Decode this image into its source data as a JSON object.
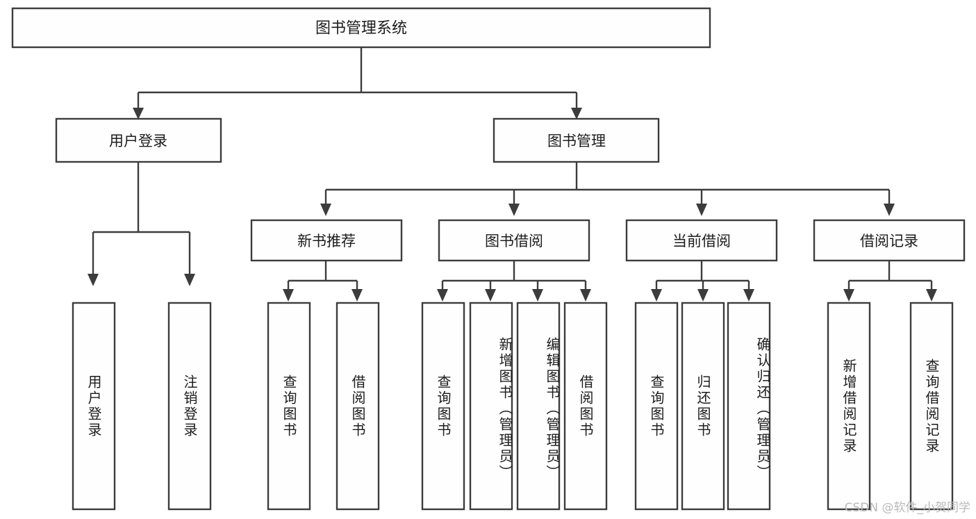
{
  "diagram": {
    "type": "tree-hierarchy",
    "title": "图书管理系统",
    "watermark": "CSDN @软件_小贺同学",
    "colors": {
      "box_stroke": "#3c3c3c",
      "box_fill": "#fefefe",
      "connector": "#3c3c3c",
      "text": "#1c1c1c",
      "watermark": "#b9b9b9",
      "background": "#ffffff"
    },
    "root": {
      "label": "图书管理系统"
    },
    "level2": [
      {
        "label": "用户登录"
      },
      {
        "label": "图书管理"
      }
    ],
    "level3": [
      {
        "label": "新书推荐"
      },
      {
        "label": "图书借阅"
      },
      {
        "label": "当前借阅"
      },
      {
        "label": "借阅记录"
      }
    ],
    "leaves": {
      "user_login": [
        {
          "label": "用户登录"
        },
        {
          "label": "注销登录"
        }
      ],
      "new_book_recommend": [
        {
          "label": "查询图书"
        },
        {
          "label": "借阅图书"
        }
      ],
      "book_borrow": [
        {
          "label": "查询图书"
        },
        {
          "label": "新增图书（管理员）"
        },
        {
          "label": "编辑图书（管理员）"
        },
        {
          "label": "借阅图书"
        }
      ],
      "current_borrow": [
        {
          "label": "查询图书"
        },
        {
          "label": "归还图书"
        },
        {
          "label": "确认归还（管理员）"
        }
      ],
      "borrow_record": [
        {
          "label": "新增借阅记录"
        },
        {
          "label": "查询借阅记录"
        }
      ]
    }
  }
}
